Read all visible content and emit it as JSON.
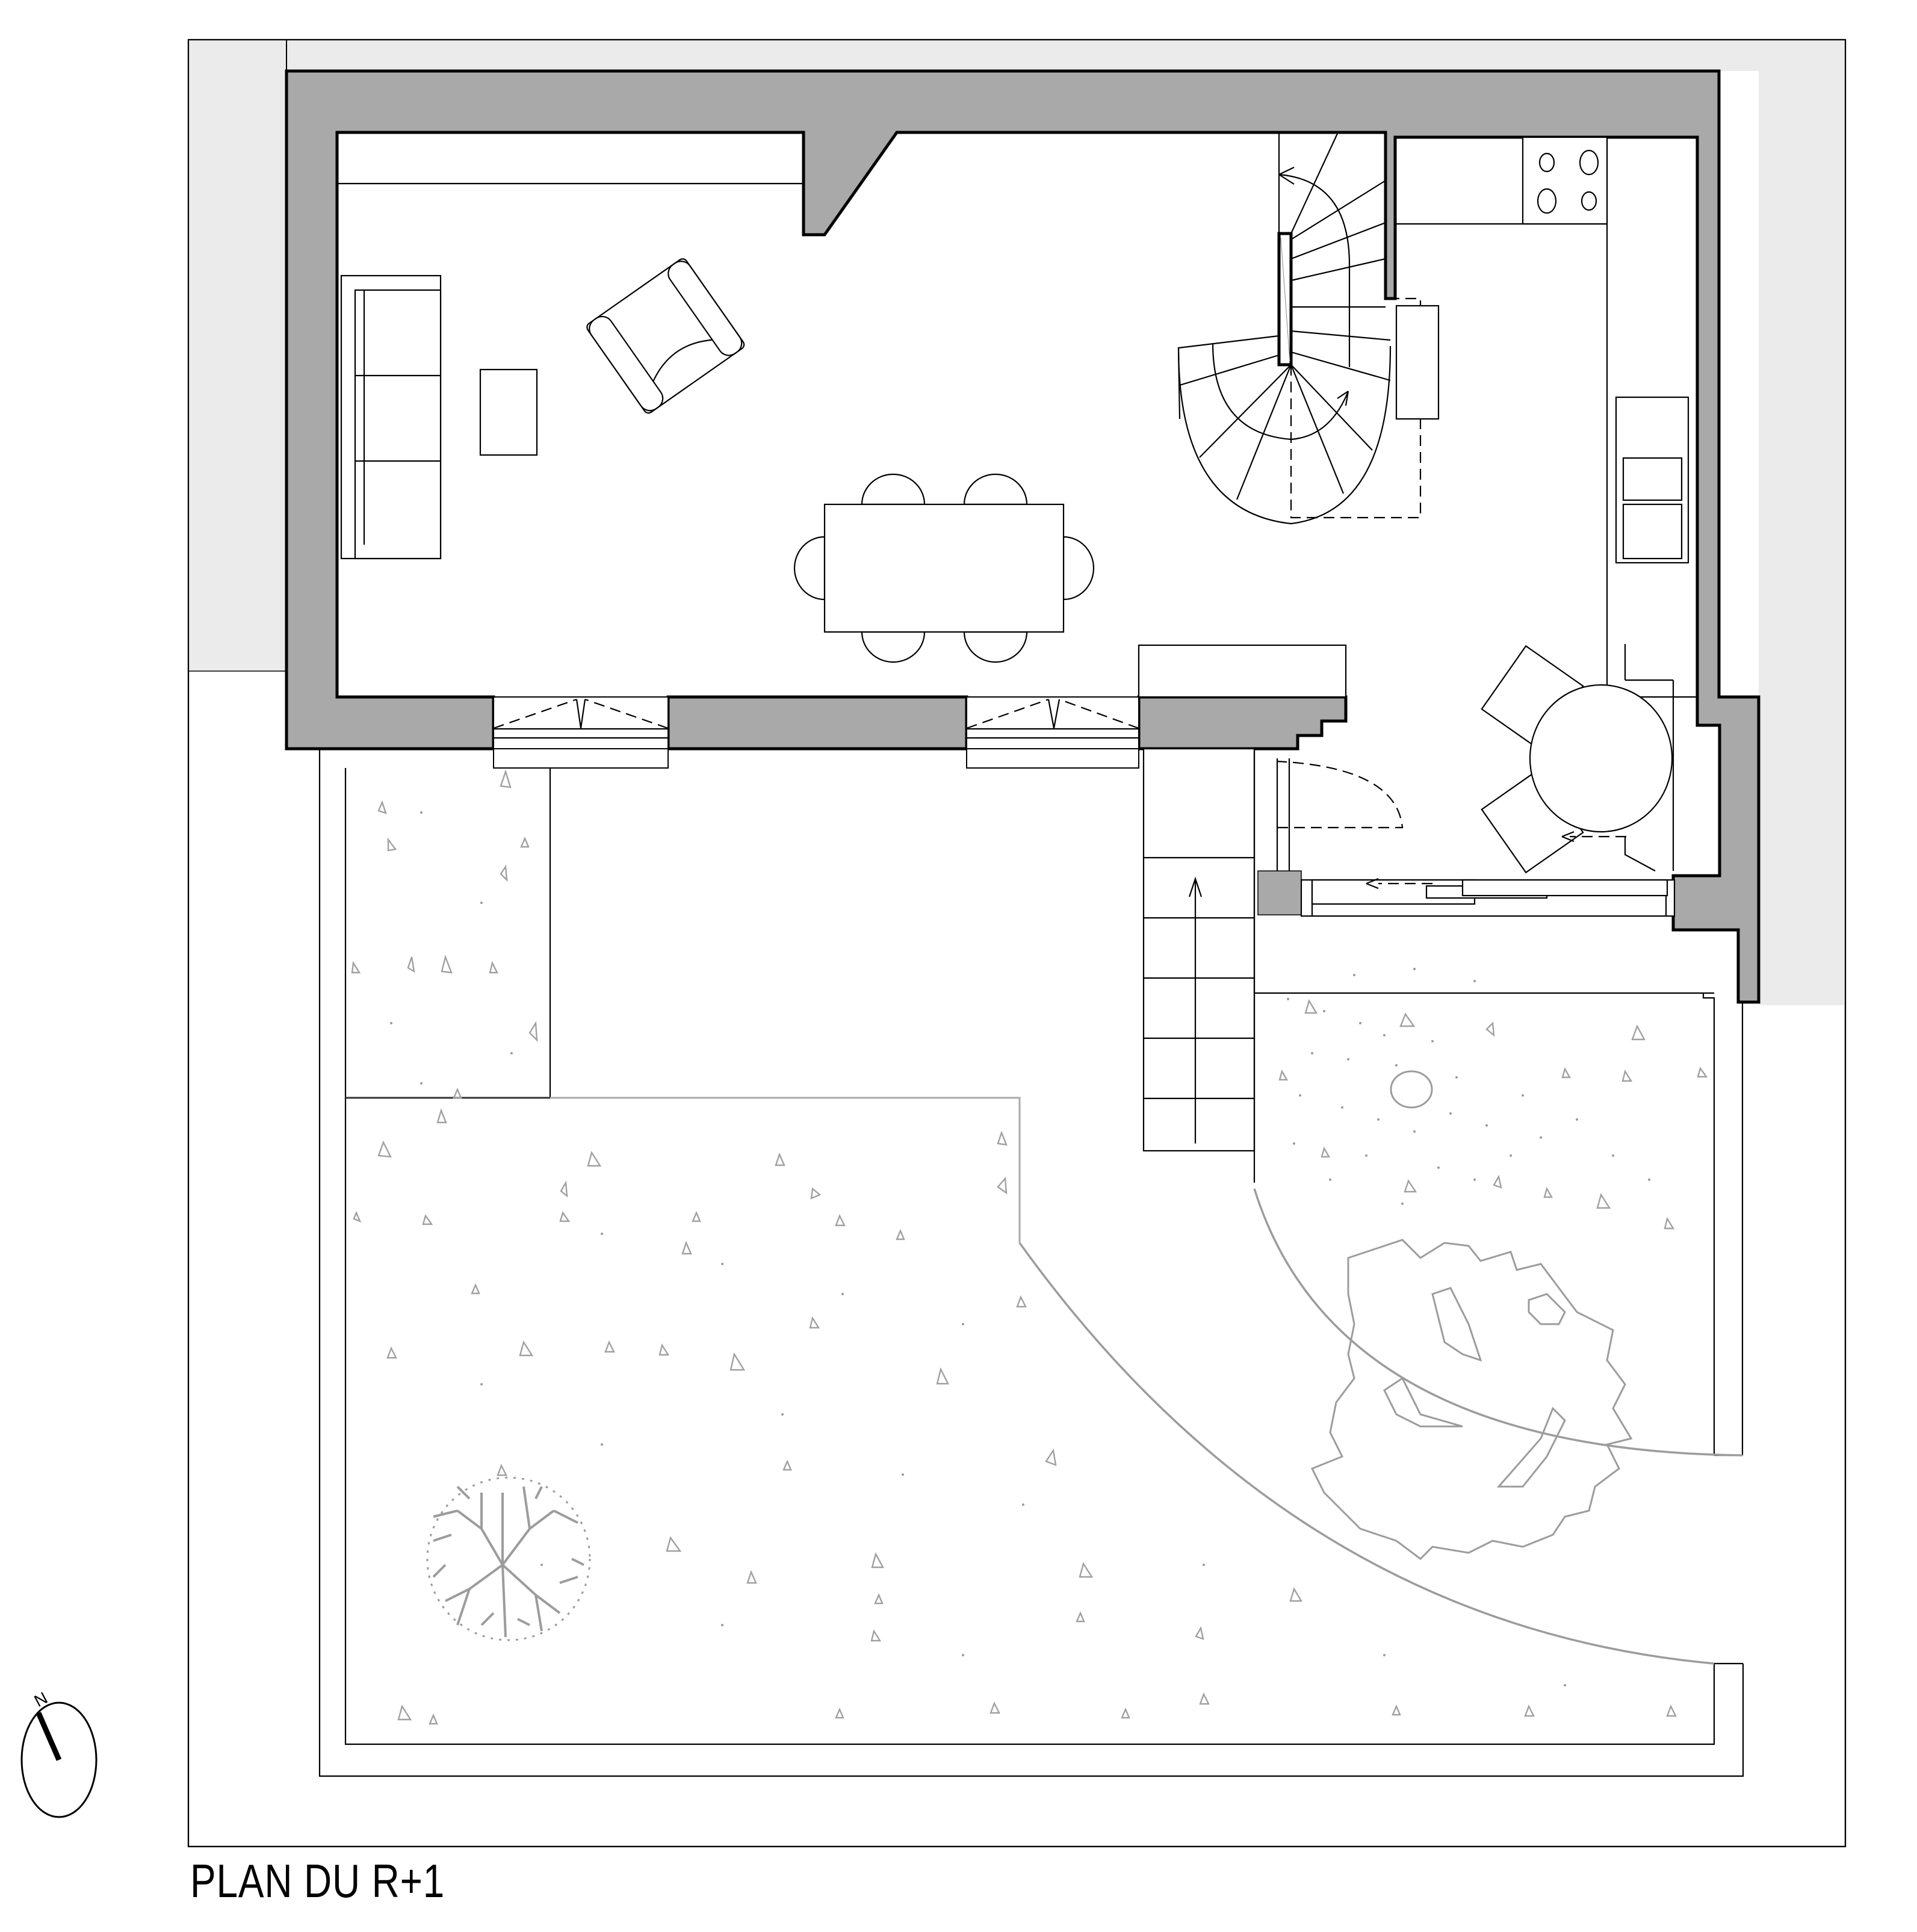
{
  "drawing": {
    "title": "PLAN DU R+1",
    "compass": {
      "label": "N",
      "rotation_deg": -28
    },
    "colors": {
      "wall_fill": "#a9a9a9",
      "site_fill": "#ebebeb",
      "line": "#000000",
      "vegetation": "#9c9c9c"
    },
    "rooms": [
      {
        "name": "living-dining",
        "items": [
          "sofa",
          "coffee-table",
          "armchair",
          "dining-table",
          "dining-chairs-6"
        ]
      },
      {
        "name": "staircase",
        "items": [
          "quarter-turn-stair",
          "up-arrow",
          "down-arrow"
        ]
      },
      {
        "name": "kitchen",
        "items": [
          "cooktop-4-burners",
          "worktop",
          "sink-double",
          "fridge"
        ]
      },
      {
        "name": "breakfast-corner",
        "items": [
          "round-table",
          "chairs-2"
        ]
      },
      {
        "name": "entrance",
        "items": [
          "swing-door",
          "sliding-door",
          "exterior-stair"
        ]
      }
    ],
    "openings": [
      {
        "type": "window",
        "label": "double-casement-window-1"
      },
      {
        "type": "window",
        "label": "double-casement-window-2"
      },
      {
        "type": "door",
        "label": "entry-swing-door"
      },
      {
        "type": "door",
        "label": "sliding-bay-door"
      }
    ],
    "garden": {
      "trees": [
        "deciduous-tree-left",
        "shrub-tree-right"
      ],
      "paths": [
        "curved-path-edge"
      ]
    }
  }
}
